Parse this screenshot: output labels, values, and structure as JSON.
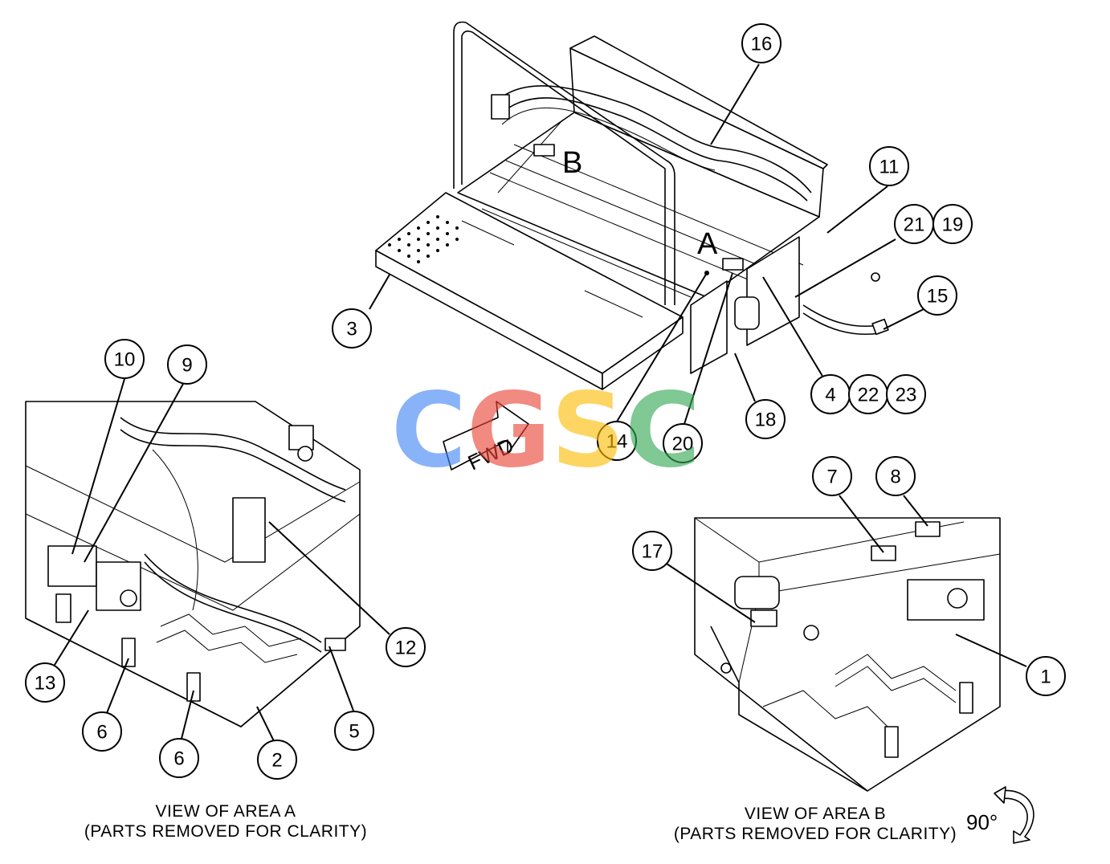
{
  "callouts": [
    {
      "id": "c1",
      "label": "1"
    },
    {
      "id": "c2",
      "label": "2"
    },
    {
      "id": "c3",
      "label": "3"
    },
    {
      "id": "c4",
      "label": "4"
    },
    {
      "id": "c5",
      "label": "5"
    },
    {
      "id": "c6a",
      "label": "6"
    },
    {
      "id": "c6b",
      "label": "6"
    },
    {
      "id": "c7",
      "label": "7"
    },
    {
      "id": "c8",
      "label": "8"
    },
    {
      "id": "c9",
      "label": "9"
    },
    {
      "id": "c10",
      "label": "10"
    },
    {
      "id": "c11",
      "label": "11"
    },
    {
      "id": "c12",
      "label": "12"
    },
    {
      "id": "c13",
      "label": "13"
    },
    {
      "id": "c14",
      "label": "14"
    },
    {
      "id": "c15",
      "label": "15"
    },
    {
      "id": "c16",
      "label": "16"
    },
    {
      "id": "c17",
      "label": "17"
    },
    {
      "id": "c18",
      "label": "18"
    },
    {
      "id": "c19",
      "label": "19"
    },
    {
      "id": "c20",
      "label": "20"
    },
    {
      "id": "c21",
      "label": "21"
    },
    {
      "id": "c22",
      "label": "22"
    },
    {
      "id": "c23",
      "label": "23"
    }
  ],
  "area_labels": {
    "a": "A",
    "b": "B"
  },
  "fwd_label": "FWD",
  "view_a": {
    "line1": "VIEW OF AREA A",
    "line2": "(PARTS REMOVED FOR CLARITY)"
  },
  "view_b": {
    "line1": "VIEW OF AREA B",
    "line2": "(PARTS REMOVED FOR CLARITY)"
  },
  "rotation_label": "90°",
  "watermark": {
    "text": "CGSC",
    "colors": [
      "#4285f4",
      "#ea4335",
      "#fbbc05",
      "#34a853"
    ]
  }
}
